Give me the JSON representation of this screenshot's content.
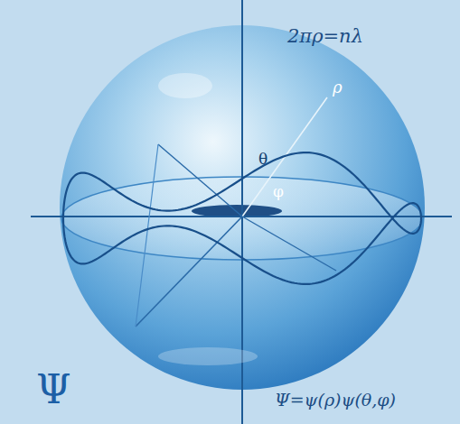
{
  "diagram": {
    "labels": [
      "2πρ=nλ",
      "ρ",
      "θ",
      "φ",
      "Ψ",
      "Ψ=ψ(ρ)ψ(θ,φ)"
    ]
  }
}
